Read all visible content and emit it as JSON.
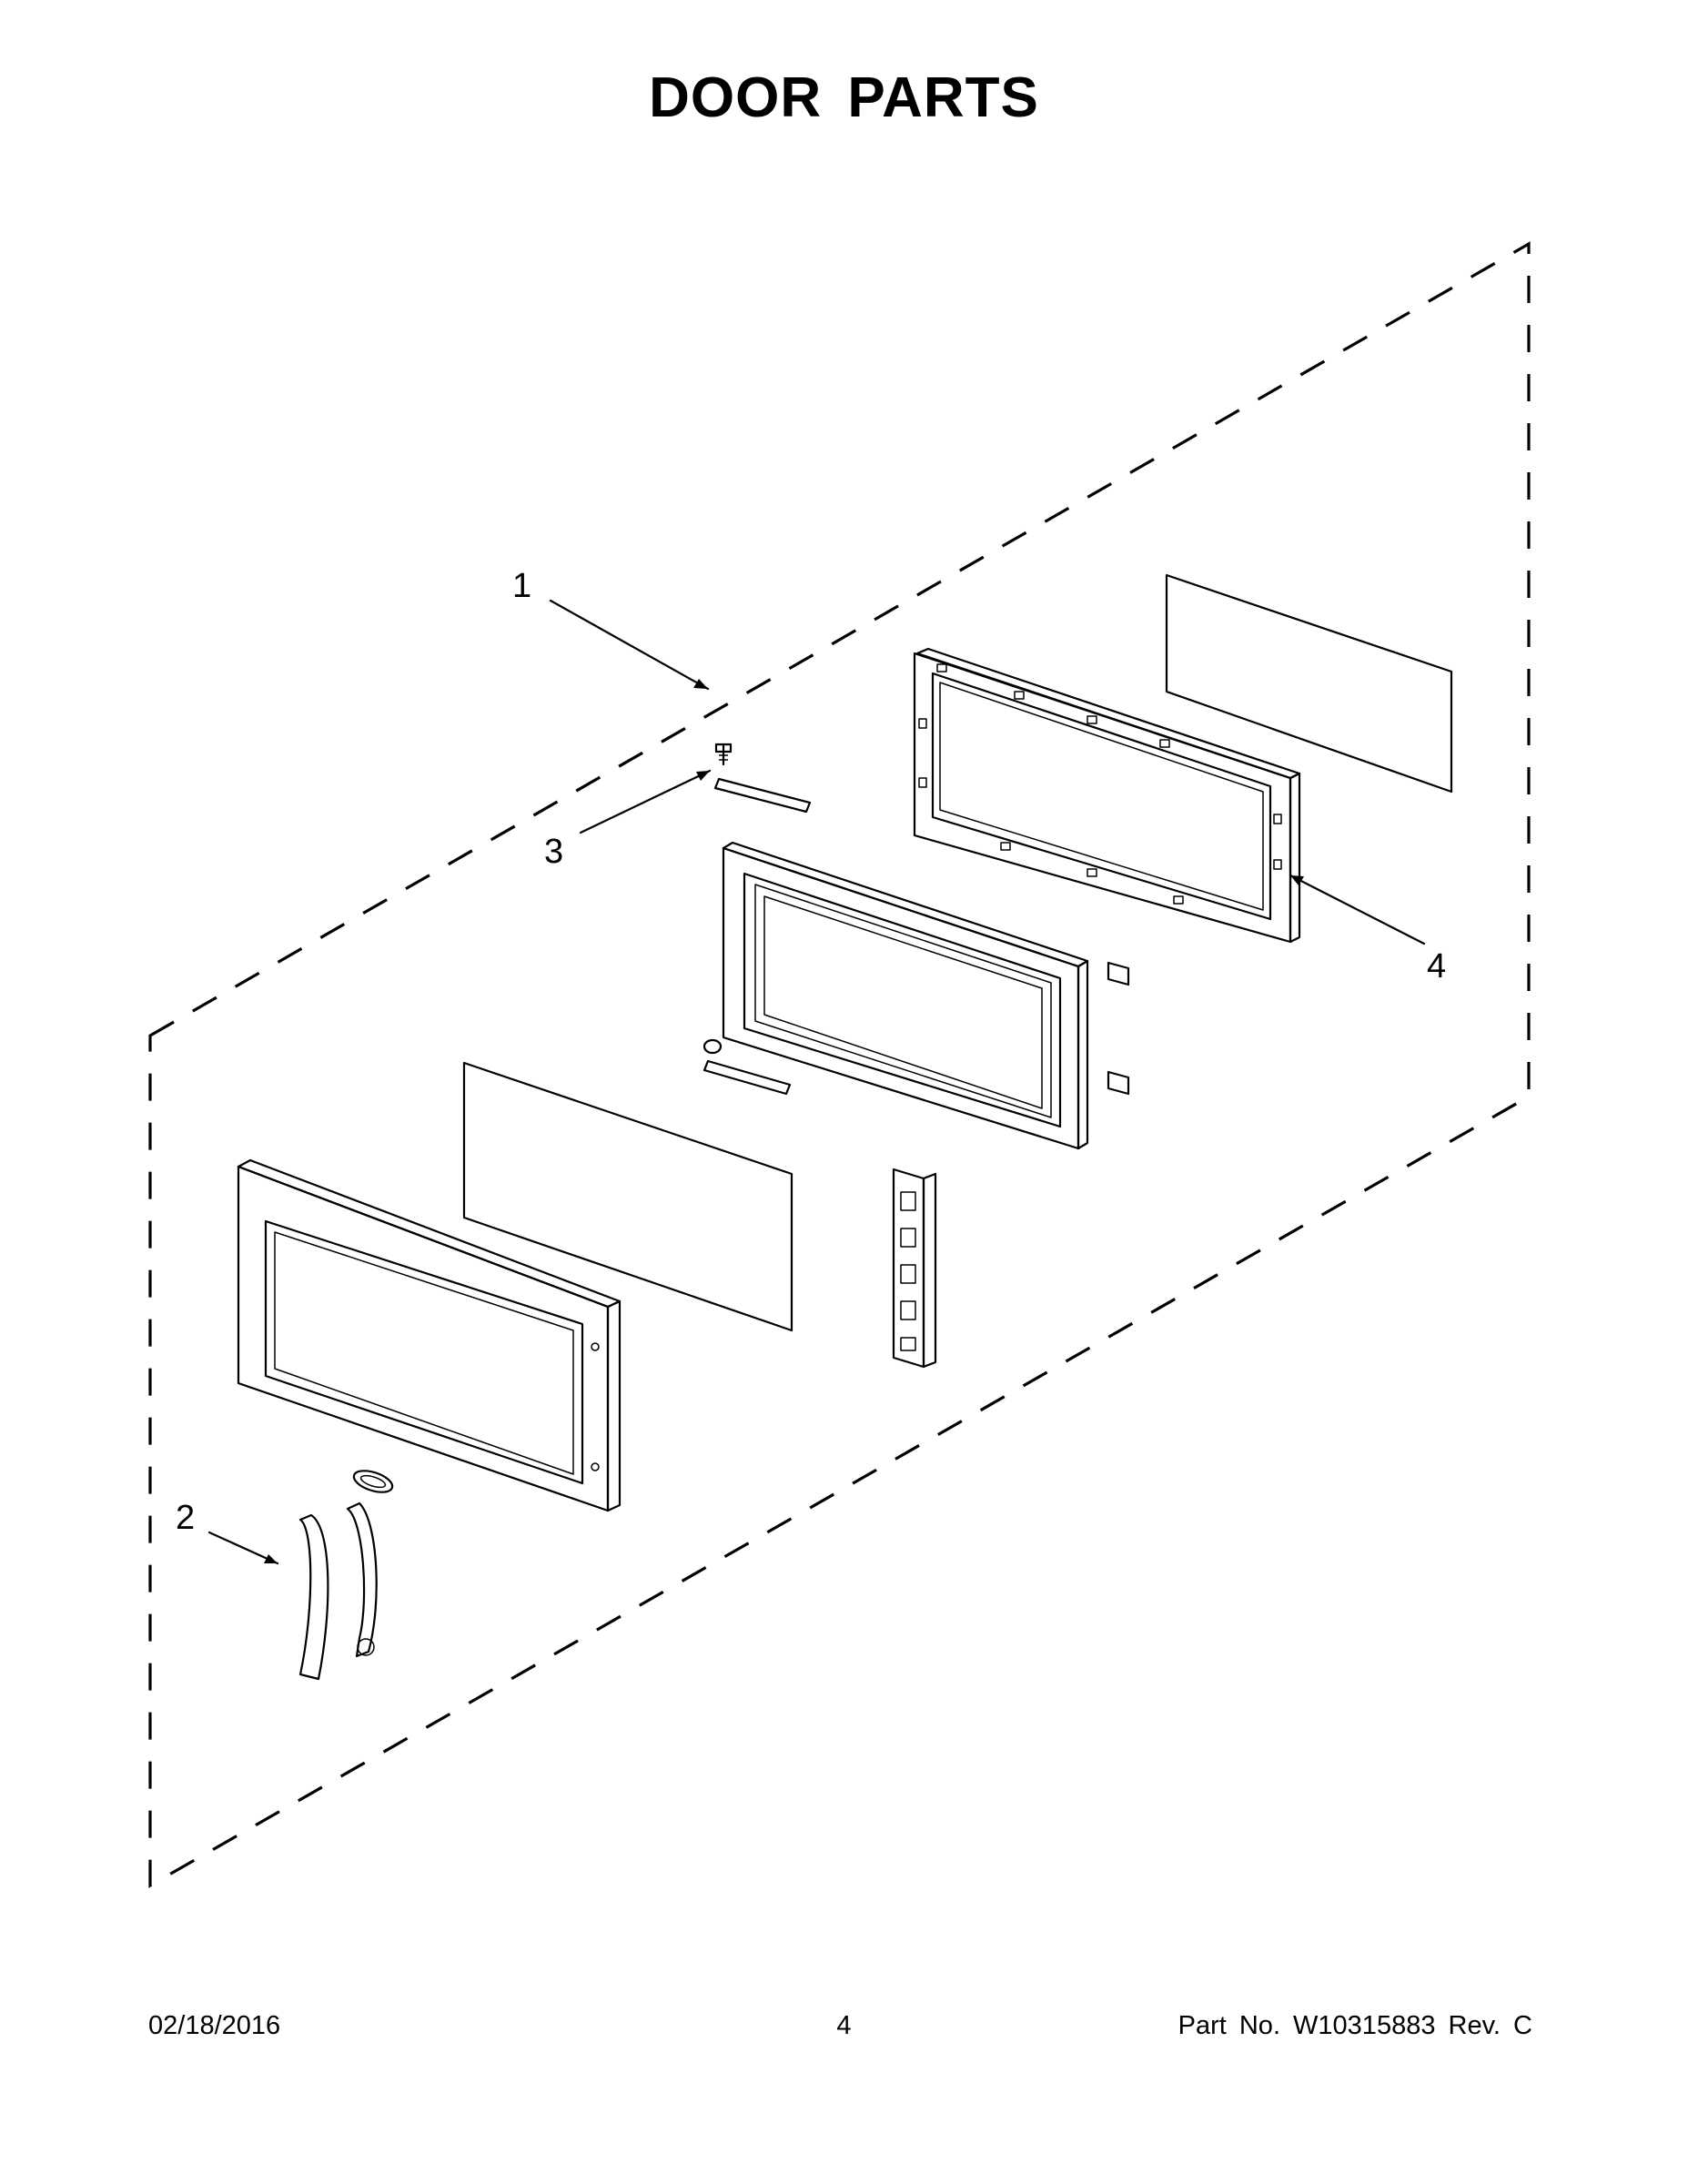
{
  "title": "DOOR PARTS",
  "callouts": [
    {
      "label": "1",
      "part": "door-assembly"
    },
    {
      "label": "2",
      "part": "handle"
    },
    {
      "label": "3",
      "part": "door-latch-hook"
    },
    {
      "label": "4",
      "part": "choke-frame"
    }
  ],
  "footer": {
    "date": "02/18/2016",
    "page": "4",
    "part_number": "Part No.  W10315883  Rev.  C"
  }
}
